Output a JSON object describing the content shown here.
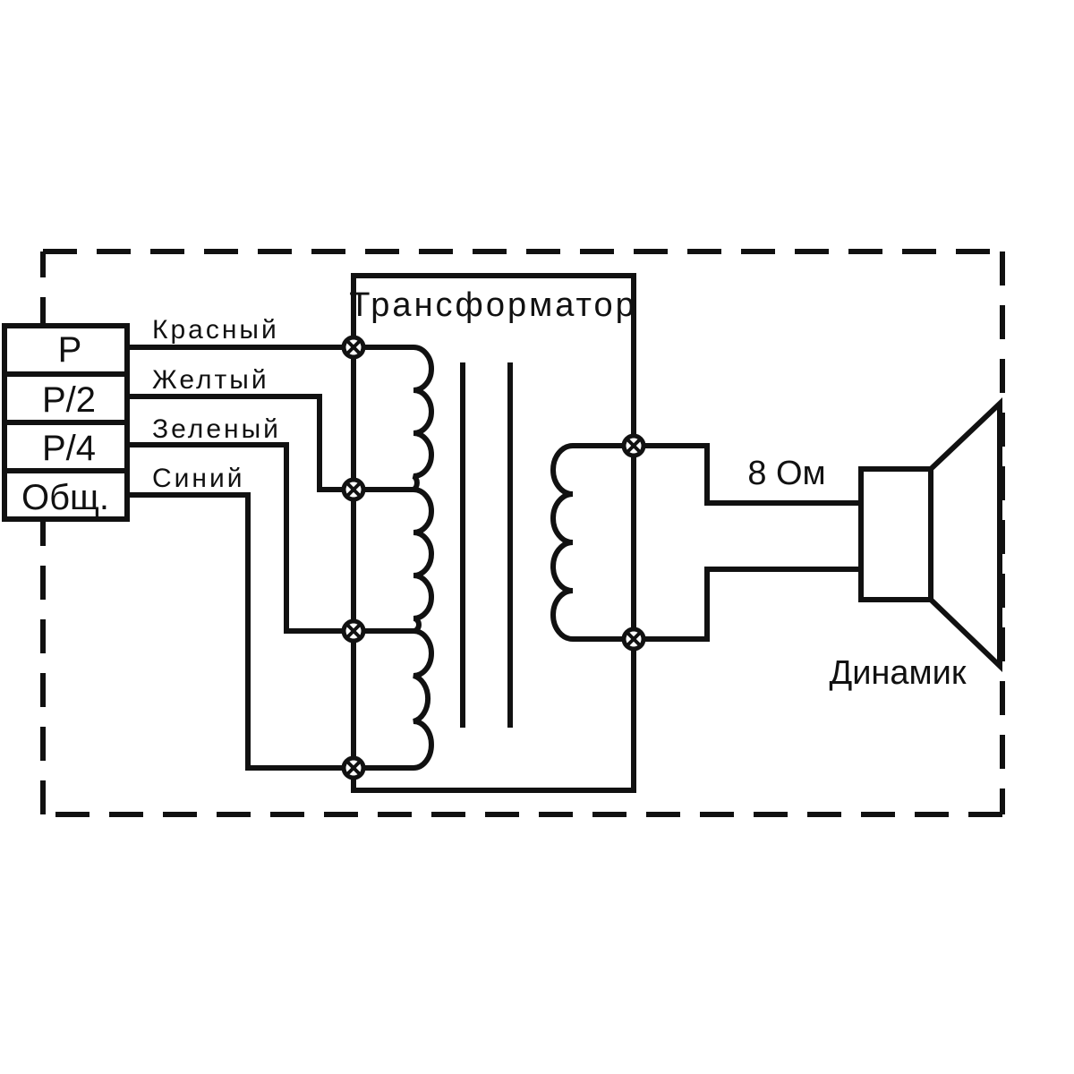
{
  "diagram": {
    "transformer_label": "Трансформатор",
    "speaker_label": "Динамик",
    "impedance_label": "8 Ом",
    "terminals": [
      {
        "label": "P"
      },
      {
        "label": "P/2"
      },
      {
        "label": "P/4"
      },
      {
        "label": "Общ."
      }
    ],
    "wires": [
      {
        "label": "Красный"
      },
      {
        "label": "Желтый"
      },
      {
        "label": "Зеленый"
      },
      {
        "label": "Синий"
      }
    ]
  }
}
